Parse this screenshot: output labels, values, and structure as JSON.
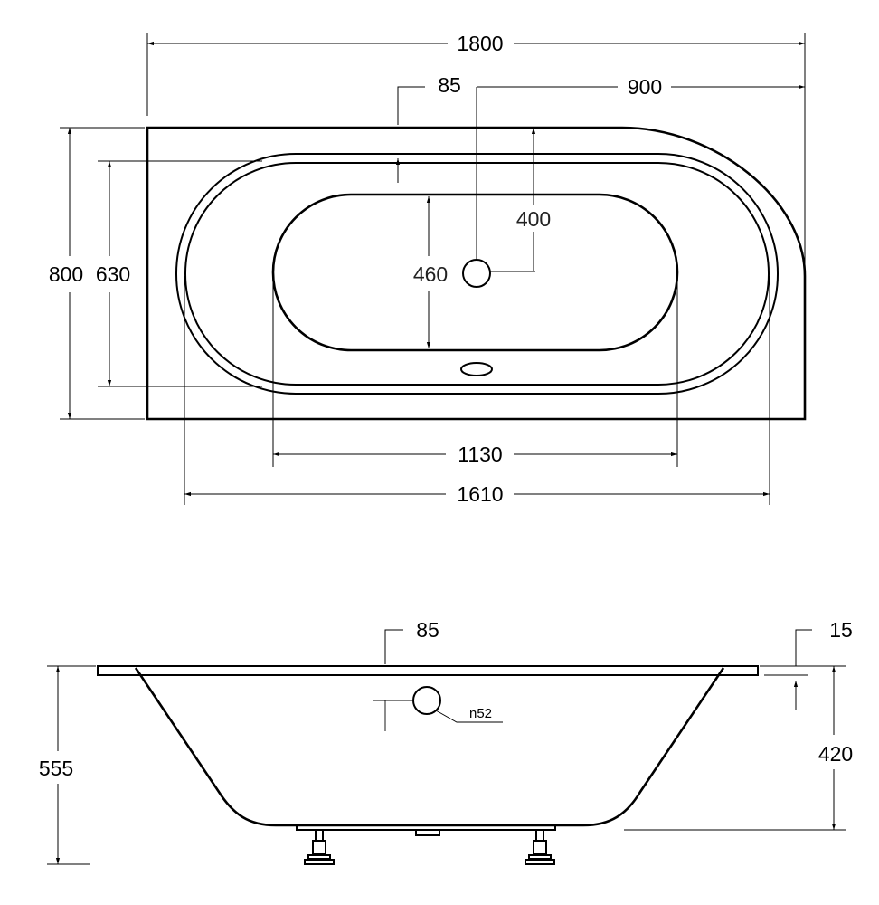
{
  "top_view": {
    "dims": {
      "overall_length": "1800",
      "half_length": "900",
      "rim_width": "85",
      "overall_width": "800",
      "inner_width": "630",
      "basin_width": "460",
      "drain_offset": "400",
      "basin_length": "1130",
      "inner_length": "1610"
    }
  },
  "side_view": {
    "dims": {
      "rim_width": "85",
      "rim_thickness": "15",
      "total_height": "555",
      "tub_depth": "420",
      "overflow_diameter": "n52"
    }
  }
}
